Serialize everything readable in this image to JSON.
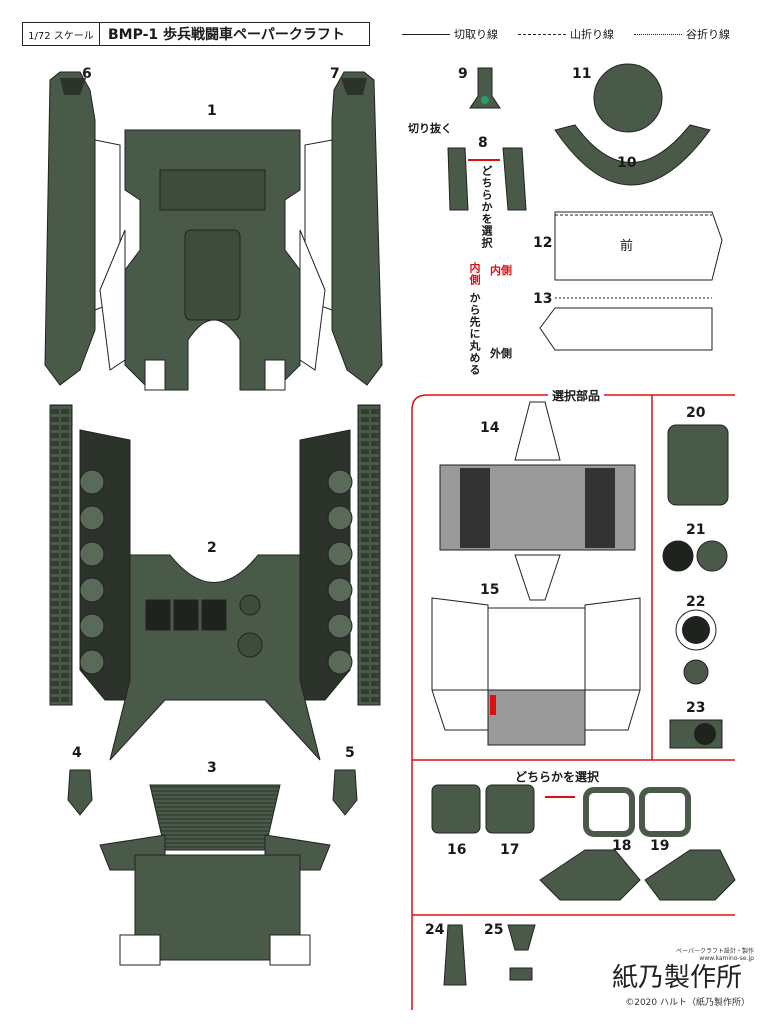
{
  "header": {
    "scale": "1/72 スケール",
    "title": "BMP-1 歩兵戦闘車ペーパークラフト"
  },
  "legend": {
    "cut": "切取り線",
    "mountain": "山折り線",
    "valley": "谷折り線"
  },
  "numbers": {
    "n1": "1",
    "n2": "2",
    "n3": "3",
    "n4": "4",
    "n5": "5",
    "n6": "6",
    "n7": "7",
    "n8": "8",
    "n9": "9",
    "n10": "10",
    "n11": "11",
    "n12": "12",
    "n13": "13",
    "n14": "14",
    "n15": "15",
    "n16": "16",
    "n17": "17",
    "n18": "18",
    "n19": "19",
    "n20": "20",
    "n21": "21",
    "n22": "22",
    "n23": "23",
    "n24": "24",
    "n25": "25"
  },
  "notes": {
    "cutout": "切り抜く",
    "choose_one_8": "どちらかを選択",
    "front": "前",
    "inside_label": "内側",
    "inside_to": "内側",
    "roll_text": "から先に丸める",
    "outside": "外側",
    "optional_parts": "選択部品",
    "choose_one": "どちらかを選択"
  },
  "credit": {
    "logo": "紙乃製作所",
    "logo_sub": "ペーパークラフト設計・製作 www.kamino-se.jp",
    "copyright": "©2020 ハルト（紙乃製作所）"
  },
  "colors": {
    "hull": "#4a5a48",
    "hull_dark": "#333d32",
    "grey": "#9a9a9a",
    "red": "#d11"
  }
}
